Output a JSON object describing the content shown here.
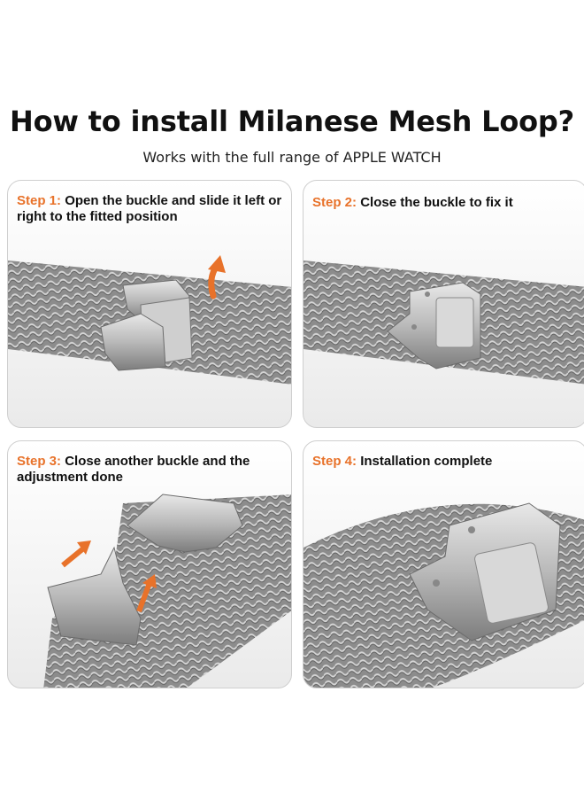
{
  "title": "How to install Milanese Mesh Loop?",
  "subtitle": "Works with the full range of APPLE WATCH",
  "accent_color": "#e8722a",
  "steps": [
    {
      "label": "Step 1:",
      "text": "Open the buckle and slide it left or right to the fitted position"
    },
    {
      "label": "Step 2:",
      "text": "Close the buckle to fix it"
    },
    {
      "label": "Step 3:",
      "text": "Close another buckle and the adjustment done"
    },
    {
      "label": "Step 4:",
      "text": " Installation complete"
    }
  ]
}
